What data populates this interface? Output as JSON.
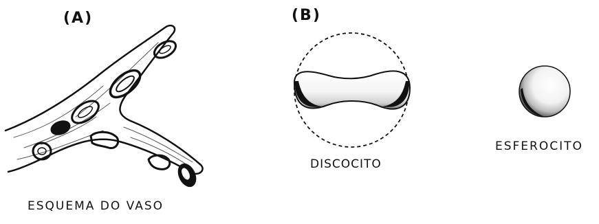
{
  "panels": {
    "a": {
      "label": "(A)",
      "caption": "ESQUEMA DO VASO"
    },
    "b": {
      "label": "(B)",
      "discocyte": {
        "caption": "DISCOCITO"
      },
      "spherocyte": {
        "caption": "ESFEROCITO"
      }
    }
  },
  "colors": {
    "ink": "#111111",
    "background": "#ffffff"
  }
}
